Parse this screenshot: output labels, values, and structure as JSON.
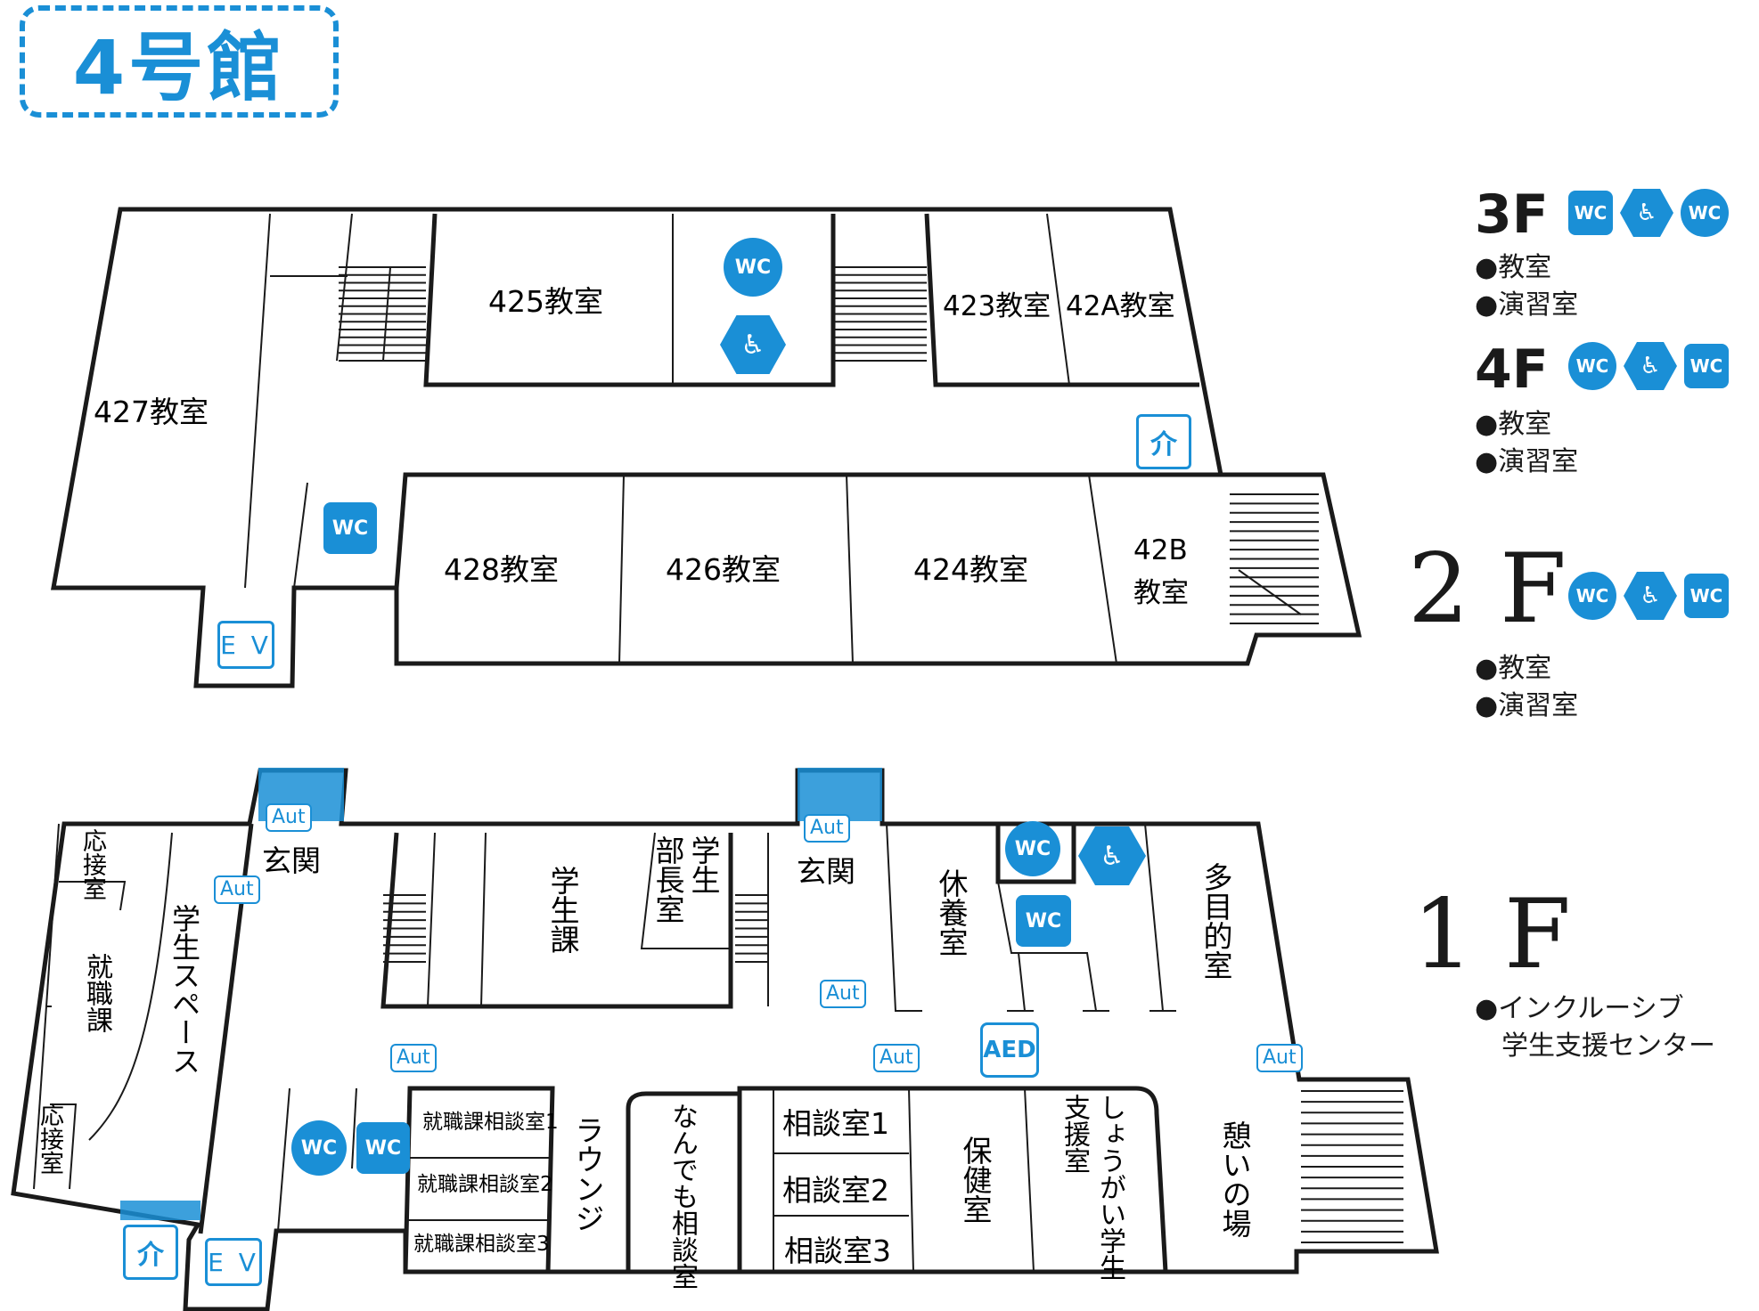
{
  "building_title": "4号館",
  "colors": {
    "accent": "#1a8fd6",
    "wall": "#1a1a1a"
  },
  "icons": {
    "wc": "WC",
    "accessible": "♿",
    "care": "介",
    "aed": "AED",
    "auto_door": "Aut",
    "elevator": "E V"
  },
  "upper_floor_rooms": {
    "r427": "427教室",
    "r425": "425教室",
    "r423": "423教室",
    "r42a": "42A教室",
    "r428": "428教室",
    "r426": "426教室",
    "r424": "424教室",
    "r42b_line1": "42B",
    "r42b_line2": "教室"
  },
  "first_floor_rooms": {
    "ousetsu_top": "応接室",
    "ousetsu_bottom": "応接室",
    "shushoku": "就職課",
    "gakusei_space": "学生スペース",
    "genkan_left": "玄関",
    "gakusei_ka": "学生課",
    "gakusei_buchou_1": "学生",
    "gakusei_buchou_2": "部長室",
    "genkan_mid": "玄関",
    "kyuyou": "休養室",
    "mokuteki": "多目的室",
    "sodan_shoku_1": "就職課相談室1",
    "sodan_shoku_2": "就職課相談室2",
    "sodan_shoku_3": "就職課相談室3",
    "lounge": "ラウンジ",
    "nandemo": "なんでも相談室",
    "sodan_1": "相談室1",
    "sodan_2": "相談室2",
    "sodan_3": "相談室3",
    "hoken": "保健室",
    "shien_1": "支援室",
    "shien_2": "しょうがい学生",
    "ikoi": "憩いの場"
  },
  "legend": {
    "f3": {
      "label": "3F",
      "items": [
        "教室",
        "演習室"
      ]
    },
    "f4": {
      "label": "4F",
      "items": [
        "教室",
        "演習室"
      ]
    },
    "f2": {
      "label": "2 F",
      "items": [
        "教室",
        "演習室"
      ]
    },
    "f1": {
      "label": "1 F",
      "items": [
        "インクルーシブ",
        "学生支援センター"
      ]
    }
  }
}
